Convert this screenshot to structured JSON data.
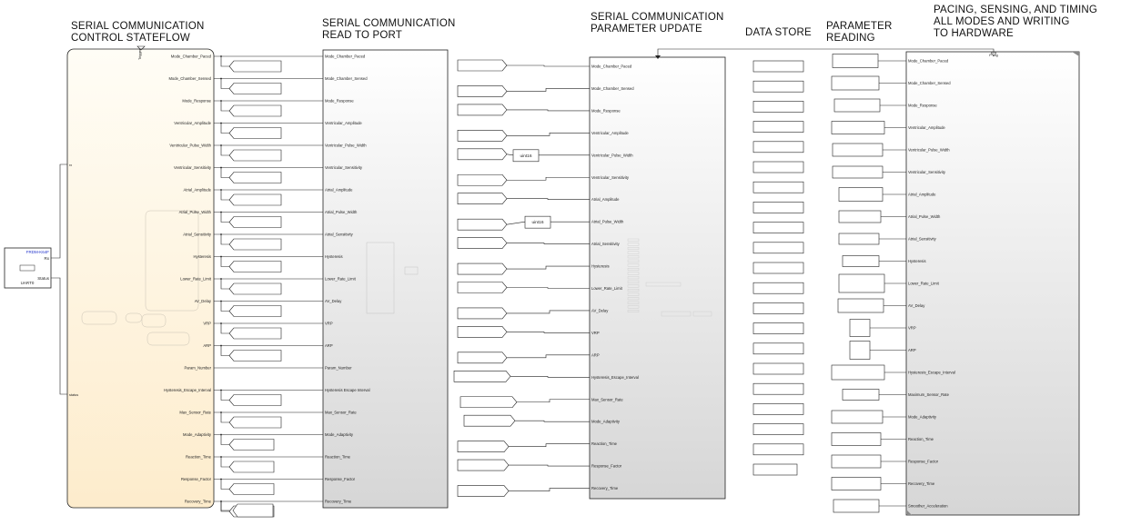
{
  "headings": {
    "control_stateflow": "SERIAL COMMUNICATION\nCONTROL STATEFLOW",
    "read_to_port": "SERIAL COMMUNICATION\nREAD TO PORT",
    "parameter_update": "SERIAL COMMUNICATION\nPARAMETER UPDATE",
    "data_store": "DATA STORE",
    "parameter_reading": "PARAMETER\nREADING",
    "pacing": "PACING, SENSING, AND TIMING\nALL MODES AND WRITING\nTO HARDWARE"
  },
  "uart_block": {
    "device": "FRDM-K64F",
    "rx": "Rx",
    "status": "Status",
    "name": "UART0"
  },
  "stateflow": {
    "trigger": "Trigger",
    "ports": [
      "Mode_Chamber_Paced",
      "Mode_Chamber_Sensed",
      "Mode_Response",
      "Ventricular_Amplitude",
      "Ventricular_Pulse_Width",
      "Ventricular_Sensitivity",
      "Atrial_Amplitude",
      "Atrial_Pulse_Width",
      "Atrial_Sensitivity",
      "Hysteresis",
      "Lower_Rate_Limit",
      "AV_Delay",
      "VRP",
      "ARP",
      "Param_Number",
      "Hysteresis_Escape_Interval",
      "Max_Sensor_Rate",
      "Mode_Adaptivity",
      "Reaction_Time",
      "Response_Factor",
      "Recovery_Time"
    ],
    "input_rx": "rx",
    "input_status": "status"
  },
  "read_port": {
    "ports": [
      "Mode_Chamber_Paced",
      "Mode_Chamber_Sensed",
      "Mode_Response",
      "Ventricular_Amplitude",
      "Ventricular_Pulse_Width",
      "Ventricular_Sensitivity",
      "Atrial_Amplitude",
      "Atrial_Pulse_Width",
      "Atrial_Sensitivity",
      "Hysteresis",
      "Lower_Rate_Limit",
      "AV_Delay",
      "VRP",
      "ARP",
      "Param_Number",
      "Hysteresis Escape Interval",
      "Max_Sensor_Rate",
      "Mode_Adaptivity",
      "Reaction_Time",
      "Response_Factor",
      "Recovery_Time"
    ]
  },
  "param_update": {
    "ports": [
      "Mode_Chamber_Paced",
      "Mode_Chamber_Sensed",
      "Mode_Response",
      "Ventricular_Amplitude",
      "Ventricular_Pulse_Width",
      "Ventricular_Sensitivity",
      "Atrial_Amplitude",
      "Atrial_Pulse_Width",
      "Atrial_Sensitivity",
      "Hysteresis",
      "Lower_Rate_Limit",
      "AV_Delay",
      "VRP",
      "ARP",
      "Hysteresis_Escape_Interval",
      "Max_Sensor_Rate",
      "Mode_Adaptivity",
      "Reaction_Time",
      "Response_Factor",
      "Recovery_Time"
    ],
    "convert_label": "uint16"
  },
  "pacing": {
    "trigger": "PTrig",
    "ports": [
      "Mode_Chamber_Paced",
      "Mode_Chamber_Sensed",
      "Mode_Response",
      "Ventricular_Amplitude",
      "Ventricular_Pulse_Width",
      "Ventricular_Sensitivity",
      "Atrial_Amplitude",
      "Atrial_Pulse_Width",
      "Atrial_Sensitivity",
      "Hysteresis",
      "Lower_Rate_Limit",
      "AV_Delay",
      "VRP",
      "ARP",
      "Hysteresis_Escape_Interval",
      "Maximum_Sensor_Rate",
      "Mode_Adaptivity",
      "Reaction_Time",
      "Response_Factor",
      "Recovery_Time",
      "Smoother_Acceleration"
    ]
  },
  "colors": {
    "stateflow_fill_top": "#fffdf6",
    "stateflow_fill_bottom": "#fdeccc",
    "subsystem_fill_top": "#ffffff",
    "subsystem_fill_bottom": "#d6d6d6",
    "line": "#222222",
    "uart_device": "#2233cc"
  }
}
